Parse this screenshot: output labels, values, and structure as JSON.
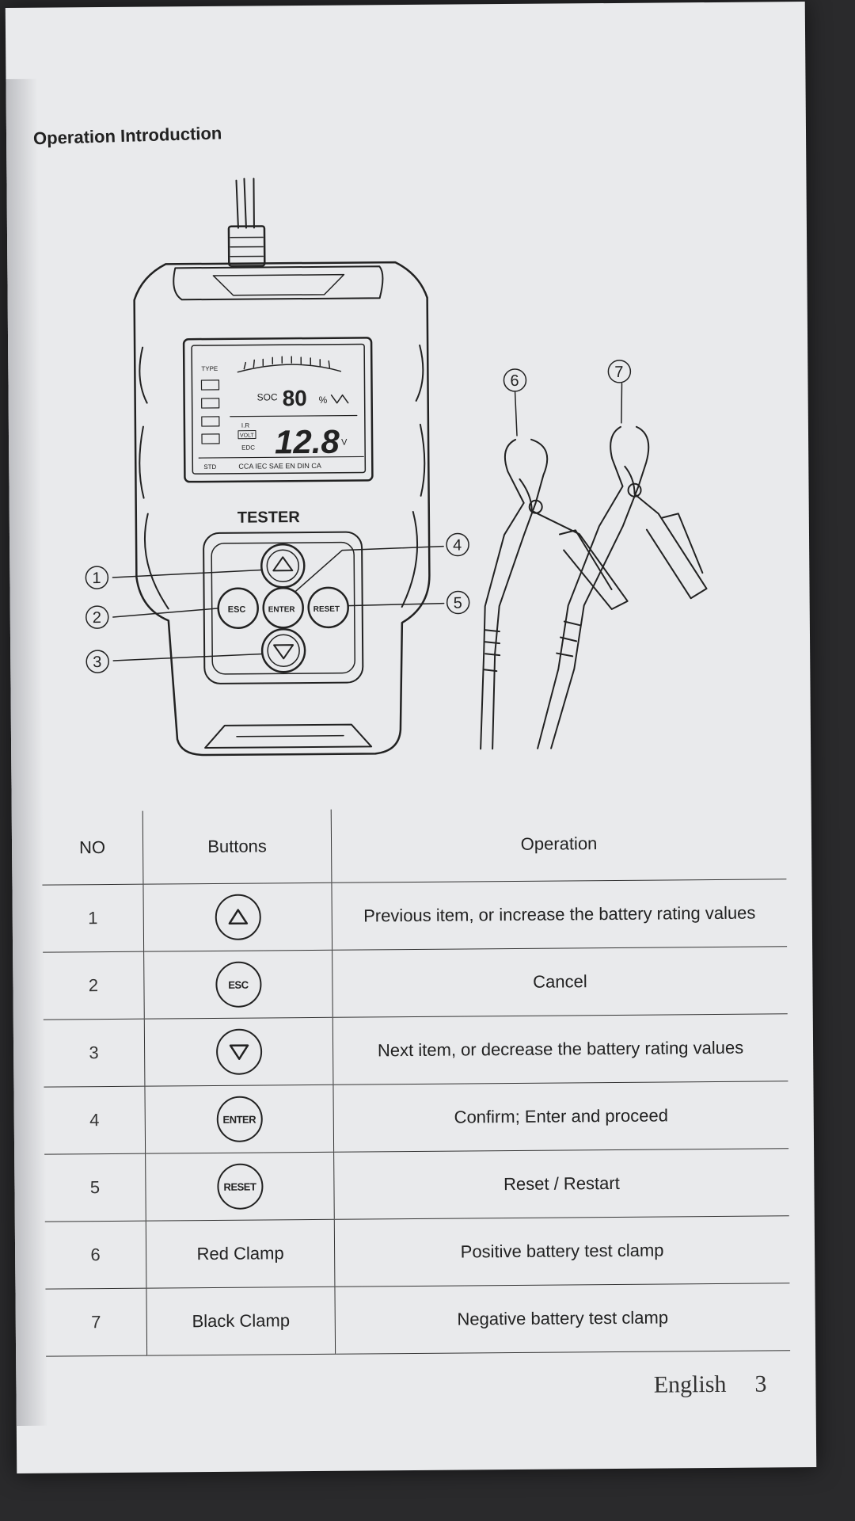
{
  "section_title": "Operation Introduction",
  "device": {
    "brand_label": "TESTER",
    "display": {
      "soc_label": "SOC",
      "soc_value": "80",
      "soc_unit": "%",
      "voltage_value": "12.8",
      "voltage_unit": "V",
      "left_tags": [
        "TYPE",
        "STD"
      ],
      "volt_label": "VOLT",
      "edc_label": "EDC",
      "ir_label": "I.R",
      "standards": "CCA IEC SAE EN DIN CA"
    },
    "buttons": {
      "esc": "ESC",
      "enter": "ENTER",
      "reset": "RESET"
    },
    "callouts": [
      "1",
      "2",
      "3",
      "4",
      "5",
      "6",
      "7"
    ]
  },
  "table": {
    "headers": [
      "NO",
      "Buttons",
      "Operation"
    ],
    "rows": [
      {
        "no": "1",
        "button_text": "",
        "button_icon": "up-arrow-button-icon",
        "operation": "Previous item, or increase the battery rating values"
      },
      {
        "no": "2",
        "button_text": "ESC",
        "button_icon": "esc-button-icon",
        "operation": "Cancel"
      },
      {
        "no": "3",
        "button_text": "",
        "button_icon": "down-arrow-button-icon",
        "operation": "Next item, or decrease the battery rating values"
      },
      {
        "no": "4",
        "button_text": "ENTER",
        "button_icon": "enter-button-icon",
        "operation": "Confirm; Enter and proceed"
      },
      {
        "no": "5",
        "button_text": "RESET",
        "button_icon": "reset-button-icon",
        "operation": "Reset / Restart"
      },
      {
        "no": "6",
        "button_text": "Red Clamp",
        "button_icon": "",
        "operation": "Positive battery test clamp"
      },
      {
        "no": "7",
        "button_text": "Black Clamp",
        "button_icon": "",
        "operation": "Negative battery test clamp"
      }
    ]
  },
  "footer": {
    "language": "English",
    "page_number": "3"
  },
  "colors": {
    "paper": "#e9eaec",
    "ink": "#222222",
    "background": "#2a2a2c"
  }
}
